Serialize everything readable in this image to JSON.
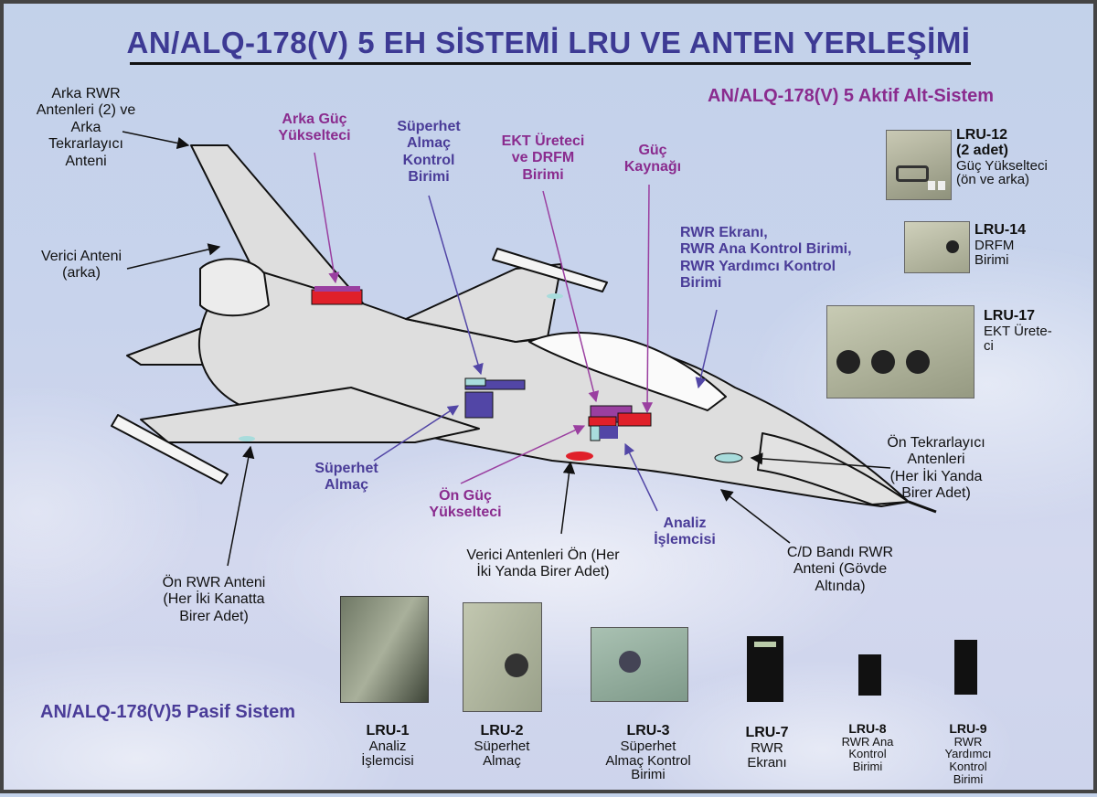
{
  "title": "AN/ALQ-178(V) 5 EH SİSTEMİ LRU VE ANTEN YERLEŞİMİ",
  "sections": {
    "active": "AN/ALQ-178(V) 5 Aktif Alt-Sistem",
    "passive": "AN/ALQ-178(V)5 Pasif Sistem"
  },
  "colors": {
    "title": "#3d3a94",
    "active_labels": "#8a2b8e",
    "passive_labels": "#4a3c98",
    "antenna_labels": "#111111",
    "aircraft_fill": "#dedede",
    "component_red": "#e0202a",
    "component_purple": "#9a3fa0",
    "component_blue": "#5246a6",
    "component_cyan": "#a8dcdc"
  },
  "callouts": {
    "arka_rwr": [
      "Arka RWR",
      "Antenleri (2) ve",
      "Arka",
      "Tekrarlayıcı",
      "Anteni"
    ],
    "verici_arka": [
      "Verici Anteni",
      "(arka)"
    ],
    "arka_guc": [
      "Arka Güç",
      "Yükselteci"
    ],
    "superhet_kontrol": [
      "Süperhet",
      "Almaç",
      "Kontrol",
      "Birimi"
    ],
    "ekt_drfm": [
      "EKT Üreteci",
      "ve DRFM",
      "Birimi"
    ],
    "guc_kaynagi": [
      "Güç",
      "Kaynağı"
    ],
    "rwr_group": [
      "RWR Ekranı,",
      "RWR Ana Kontrol Birimi,",
      "RWR Yardımcı Kontrol",
      "Birimi"
    ],
    "superhet_almac": [
      "Süperhet",
      "Almaç"
    ],
    "on_guc": [
      "Ön Güç",
      "Yükselteci"
    ],
    "analiz": [
      "Analiz",
      "İşlemcisi"
    ],
    "on_tekrarlayici": [
      "Ön Tekrarlayıcı",
      "Antenleri",
      "(Her İki Yanda",
      "Birer Adet)"
    ],
    "verici_on": [
      "Verici Antenleri Ön (Her",
      "İki Yanda Birer Adet)"
    ],
    "cd_bandi": [
      "C/D Bandı RWR",
      "Anteni (Gövde",
      "Altında)"
    ],
    "on_rwr": [
      "Ön RWR Anteni",
      "(Her İki Kanatta",
      "Birer Adet)"
    ]
  },
  "active_lrus": [
    {
      "code": "LRU-12",
      "extra": "(2 adet)",
      "desc": [
        "Güç Yükselteci",
        "(ön ve arka)"
      ]
    },
    {
      "code": "LRU-14",
      "desc": [
        "DRFM",
        "Birimi"
      ]
    },
    {
      "code": "LRU-17",
      "desc": [
        "EKT Ürete-",
        "ci"
      ]
    }
  ],
  "passive_lrus": [
    {
      "code": "LRU-1",
      "desc": [
        "Analiz",
        "İşlemcisi"
      ]
    },
    {
      "code": "LRU-2",
      "desc": [
        "Süperhet",
        "Almaç"
      ]
    },
    {
      "code": "LRU-3",
      "desc": [
        "Süperhet",
        "Almaç Kontrol",
        "Birimi"
      ]
    },
    {
      "code": "LRU-7",
      "desc": [
        "RWR",
        "Ekranı"
      ]
    },
    {
      "code": "LRU-8",
      "desc": [
        "RWR Ana",
        "Kontrol",
        "Birimi"
      ]
    },
    {
      "code": "LRU-9",
      "desc": [
        "RWR",
        "Yardımcı",
        "Kontrol",
        "Birimi"
      ]
    }
  ]
}
